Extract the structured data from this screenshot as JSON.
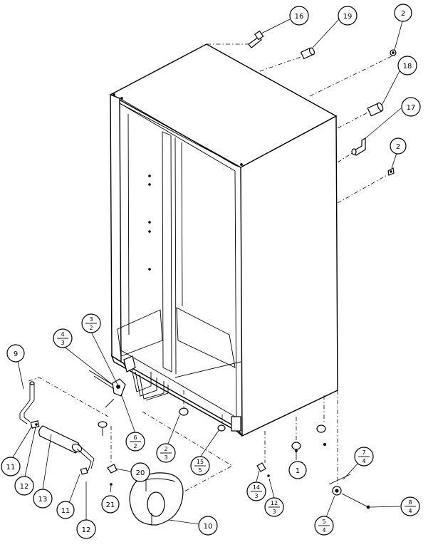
{
  "callouts": [
    {
      "id": "c16",
      "label": "16"
    },
    {
      "id": "c19",
      "label": "19"
    },
    {
      "id": "c2a",
      "label": "2"
    },
    {
      "id": "c18",
      "label": "18"
    },
    {
      "id": "c17",
      "label": "17"
    },
    {
      "id": "c2b",
      "label": "2"
    },
    {
      "id": "c9",
      "label": "9"
    },
    {
      "id": "c11a",
      "label": "11"
    },
    {
      "id": "c12a",
      "label": "12"
    },
    {
      "id": "c13",
      "label": "13"
    },
    {
      "id": "c11b",
      "label": "11"
    },
    {
      "id": "c12b",
      "label": "12"
    },
    {
      "id": "c21",
      "label": "21"
    },
    {
      "id": "c20",
      "label": "20"
    },
    {
      "id": "c10",
      "label": "10"
    },
    {
      "id": "c1",
      "label": "1"
    }
  ],
  "fraction_callouts": [
    {
      "id": "f3_2",
      "top": "3",
      "bottom": "2"
    },
    {
      "id": "f4_3",
      "top": "4",
      "bottom": "3"
    },
    {
      "id": "f6_2",
      "top": "6",
      "bottom": "2"
    },
    {
      "id": "f2_3",
      "top": "2",
      "bottom": "3"
    },
    {
      "id": "f15_5",
      "top": "15",
      "bottom": "5"
    },
    {
      "id": "f14_3",
      "top": "14",
      "bottom": "3"
    },
    {
      "id": "f12_3",
      "top": "12",
      "bottom": "3"
    },
    {
      "id": "f7_4",
      "top": "7",
      "bottom": "4"
    },
    {
      "id": "f5_4",
      "top": "5",
      "bottom": "4"
    },
    {
      "id": "f8_4",
      "top": "8",
      "bottom": "4"
    }
  ]
}
